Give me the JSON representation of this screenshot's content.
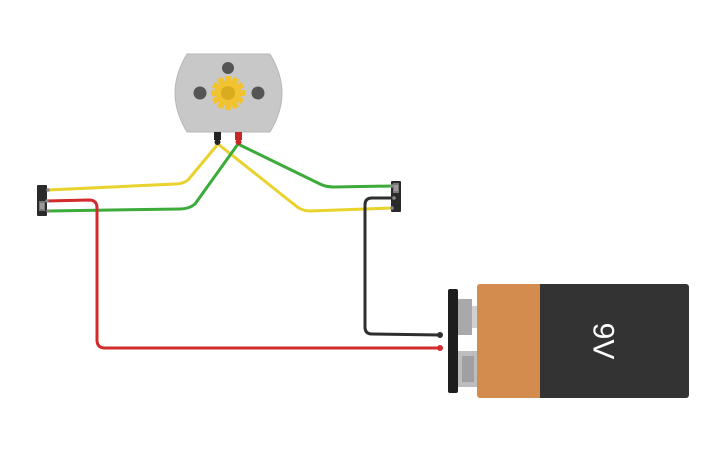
{
  "circuit": {
    "battery": {
      "label": "9V",
      "body_color": "#333333",
      "band_color": "#d38b4e",
      "terminal_color": "#1e1e1e"
    },
    "motor": {
      "body_color": "#c8c8c8",
      "gear_color": "#f2c330",
      "shaft_color": "#555555"
    },
    "switches": [
      {
        "name": "left-switch",
        "color": "#2a2a2a"
      },
      {
        "name": "right-switch",
        "color": "#2a2a2a"
      }
    ],
    "wires": {
      "yellow": "#e8d22b",
      "green": "#3cab3a",
      "red": "#d22b2b",
      "black": "#2e2e2e"
    }
  }
}
